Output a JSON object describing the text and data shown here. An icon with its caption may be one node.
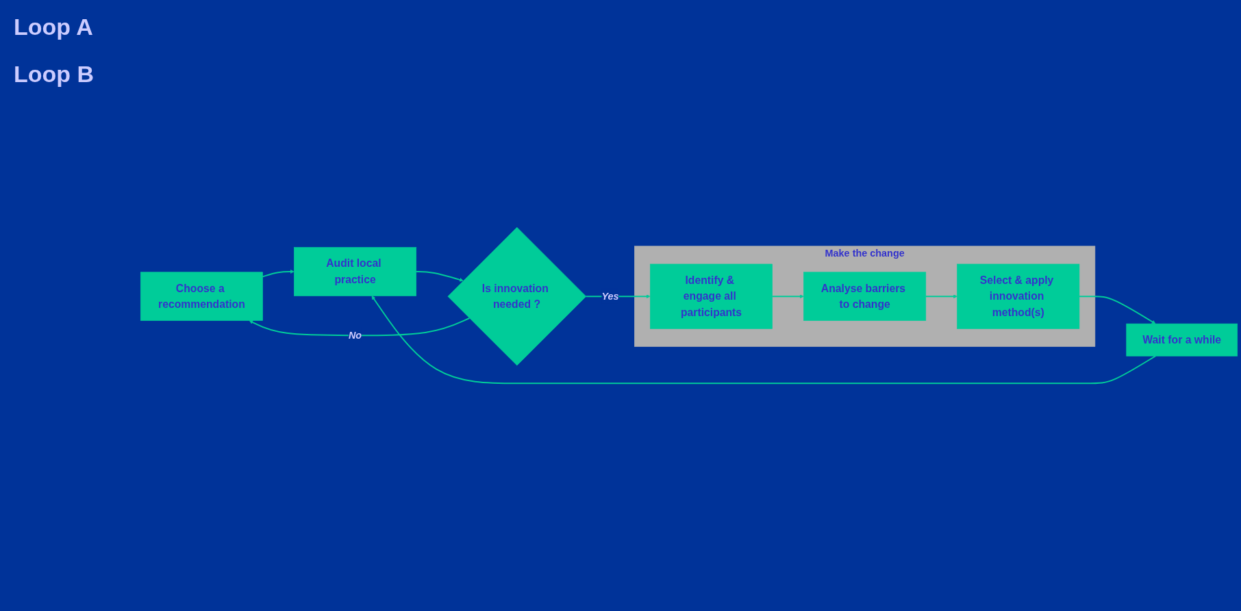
{
  "diagram": {
    "nodes": [
      {
        "text": [
          "Choose a recommendation"
        ]
      },
      {
        "text": [
          "Audit local practice"
        ]
      },
      {
        "text": [
          "Is innovation needed ?"
        ]
      },
      {
        "text": [
          "Make the change"
        ]
      },
      {
        "text": [
          "Identify & engage all participants"
        ],
        "in": 3
      },
      {
        "text": [
          "Analyse barriers to change"
        ],
        "in": 3
      },
      {
        "text": [
          "Select & apply innovation method(s)"
        ],
        "in": 3
      },
      {
        "text": [
          "Wait for a while"
        ]
      }
    ],
    "edges": [
      {
        "from": 0,
        "to": 1,
        "arrow": "to"
      },
      {
        "from": 1,
        "to": 2,
        "arrow": "to"
      },
      {
        "from": 2,
        "to": 0,
        "arrow": "to",
        "label": "No"
      },
      {
        "from": 2,
        "to": 4,
        "arrow": "to",
        "label": "Yes"
      },
      {
        "from": 4,
        "to": 5,
        "arrow": "to"
      },
      {
        "from": 5,
        "to": 6,
        "arrow": "to"
      },
      {
        "from": 6,
        "to": 7,
        "arrow": "to"
      },
      {
        "from": 7,
        "to": 1,
        "arrow": "to"
      }
    ],
    "labels": [
      "Loop A",
      "Loop B"
    ]
  }
}
